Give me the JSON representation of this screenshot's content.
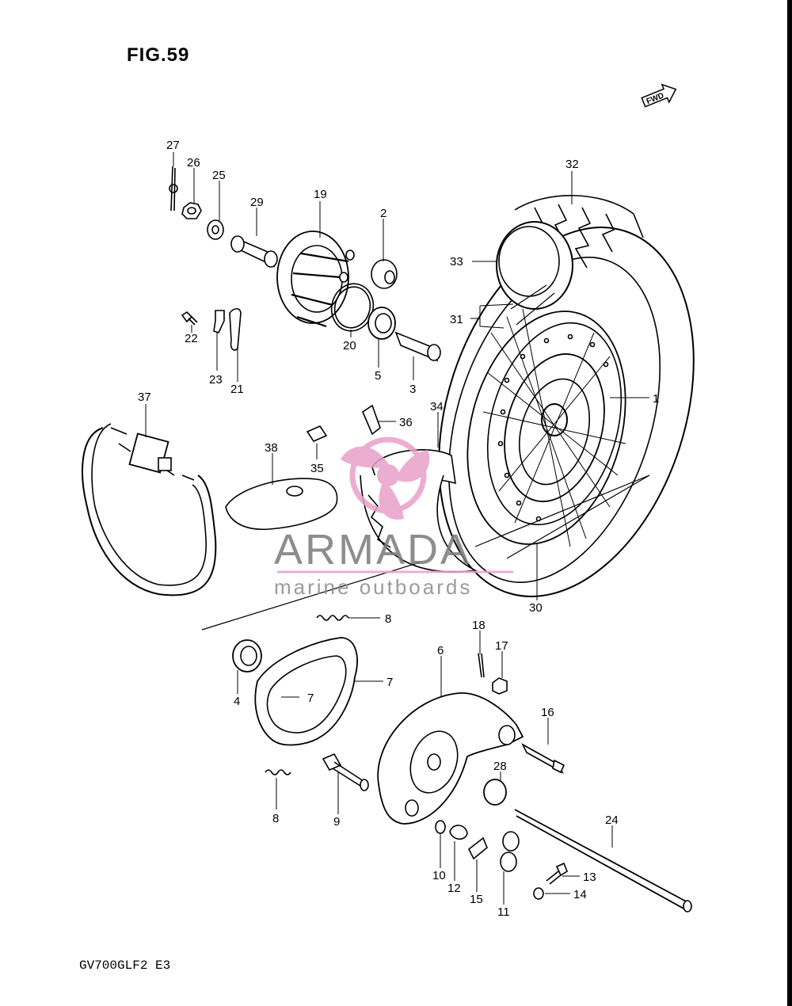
{
  "figure_title": "FIG.59",
  "footer_code": "GV700GLF2 E3",
  "fwd_label": "FWD",
  "watermark": {
    "brand": "ARMADA",
    "tagline": "marine outboards",
    "color_pink": "#e8a0c8",
    "color_gray": "#7a7a7a"
  },
  "callouts": [
    {
      "id": "c27",
      "text": "27"
    },
    {
      "id": "c26",
      "text": "26"
    },
    {
      "id": "c25",
      "text": "25"
    },
    {
      "id": "c29",
      "text": "29"
    },
    {
      "id": "c19",
      "text": "19"
    },
    {
      "id": "c2",
      "text": "2"
    },
    {
      "id": "c32",
      "text": "32"
    },
    {
      "id": "c33",
      "text": "33"
    },
    {
      "id": "c31",
      "text": "31"
    },
    {
      "id": "c22",
      "text": "22"
    },
    {
      "id": "c23",
      "text": "23"
    },
    {
      "id": "c21",
      "text": "21"
    },
    {
      "id": "c20",
      "text": "20"
    },
    {
      "id": "c5",
      "text": "5"
    },
    {
      "id": "c3",
      "text": "3"
    },
    {
      "id": "c1",
      "text": "1"
    },
    {
      "id": "c37",
      "text": "37"
    },
    {
      "id": "c36",
      "text": "36"
    },
    {
      "id": "c34",
      "text": "34"
    },
    {
      "id": "c38",
      "text": "38"
    },
    {
      "id": "c35",
      "text": "35"
    },
    {
      "id": "c30",
      "text": "30"
    },
    {
      "id": "c8a",
      "text": "8"
    },
    {
      "id": "c18",
      "text": "18"
    },
    {
      "id": "c6",
      "text": "6"
    },
    {
      "id": "c17",
      "text": "17"
    },
    {
      "id": "c4",
      "text": "4"
    },
    {
      "id": "c7a",
      "text": "7"
    },
    {
      "id": "c7b",
      "text": "7"
    },
    {
      "id": "c16",
      "text": "16"
    },
    {
      "id": "c28",
      "text": "28"
    },
    {
      "id": "c8b",
      "text": "8"
    },
    {
      "id": "c9",
      "text": "9"
    },
    {
      "id": "c24",
      "text": "24"
    },
    {
      "id": "c10",
      "text": "10"
    },
    {
      "id": "c12",
      "text": "12"
    },
    {
      "id": "c15",
      "text": "15"
    },
    {
      "id": "c11",
      "text": "11"
    },
    {
      "id": "c13",
      "text": "13"
    },
    {
      "id": "c14",
      "text": "14"
    }
  ]
}
